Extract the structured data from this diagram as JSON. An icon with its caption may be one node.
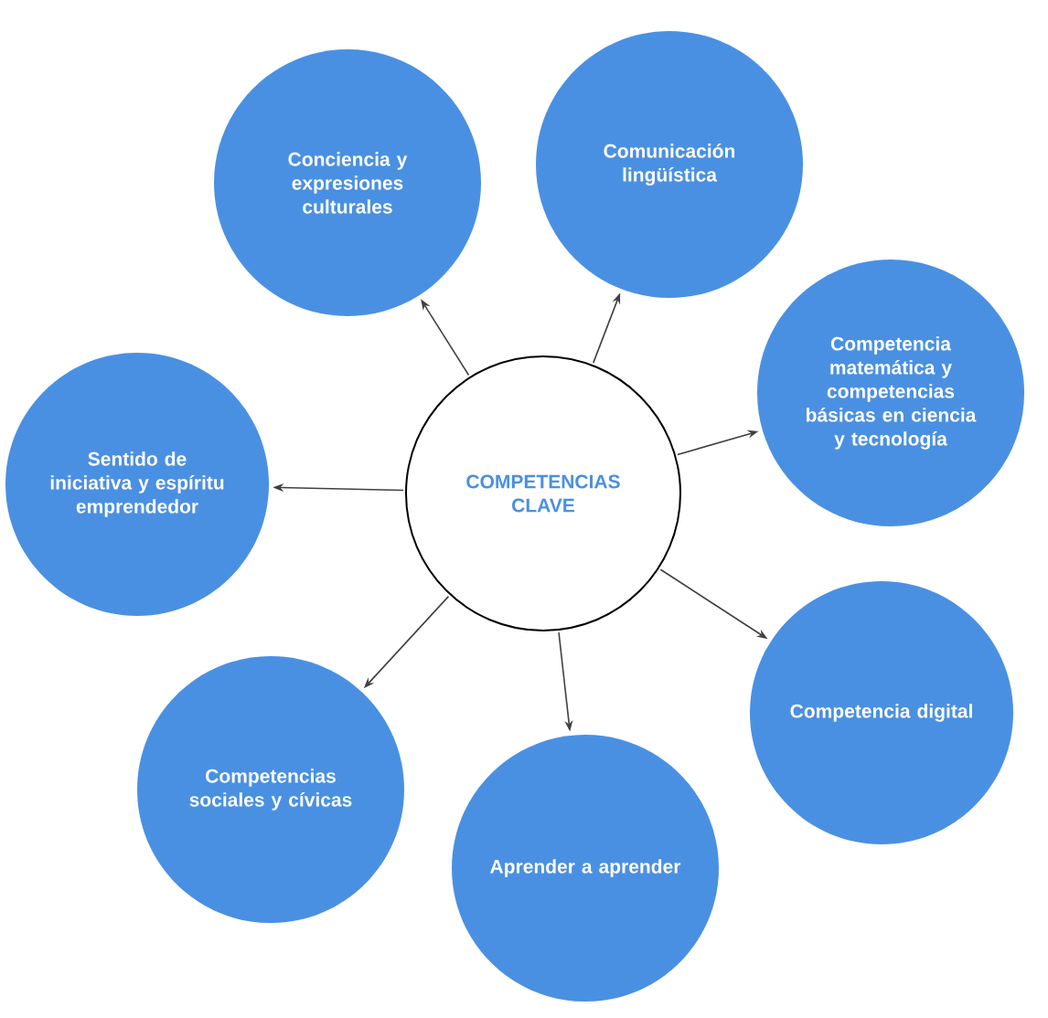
{
  "diagram": {
    "nodes": [
      {
        "text": [
          "COMPETENCIAS CLAVE"
        ]
      },
      {
        "text": [
          "Conciencia y expresiones culturales"
        ]
      },
      {
        "text": [
          "Comunicación lingüística"
        ]
      },
      {
        "text": [
          "Competencia matemática y competencias básicas en ciencia y tecnología"
        ]
      },
      {
        "text": [
          "Sentido de iniciativa y espíritu emprendedor"
        ]
      },
      {
        "text": [
          "Competencia digital"
        ]
      },
      {
        "text": [
          "Competencias sociales y cívicas"
        ]
      },
      {
        "text": [
          "Aprender a aprender"
        ]
      }
    ],
    "edges": [
      {
        "from": 0,
        "to": 1,
        "arrow": "to"
      },
      {
        "from": 0,
        "to": 2,
        "arrow": "to"
      },
      {
        "from": 0,
        "to": 3,
        "arrow": "to"
      },
      {
        "from": 0,
        "to": 4,
        "arrow": "to"
      },
      {
        "from": 0,
        "to": 5,
        "arrow": "to"
      },
      {
        "from": 0,
        "to": 6,
        "arrow": "to"
      },
      {
        "from": 0,
        "to": 7,
        "arrow": "to"
      }
    ]
  }
}
